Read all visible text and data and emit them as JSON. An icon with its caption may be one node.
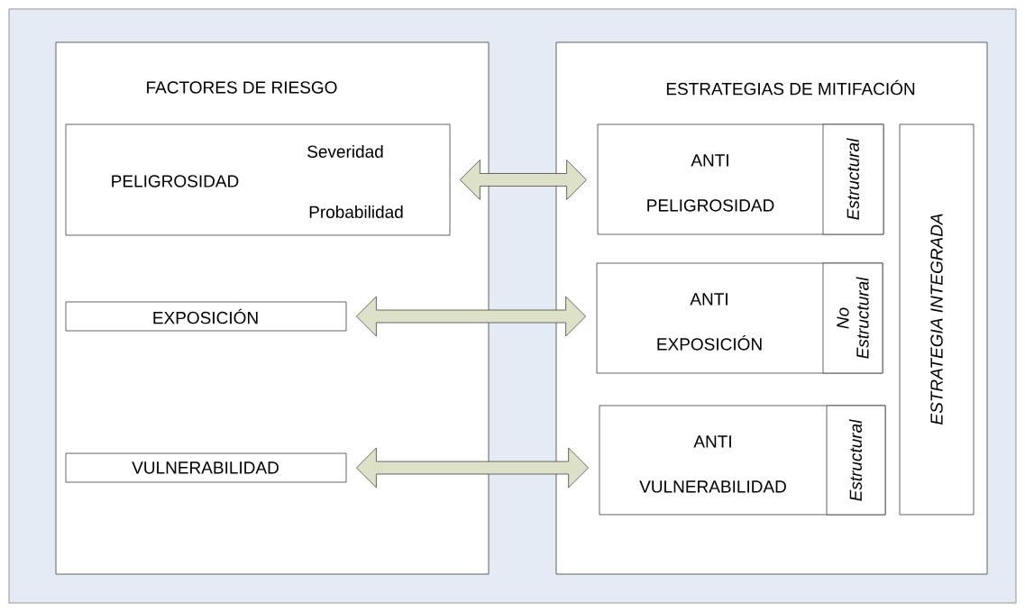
{
  "diagram": {
    "nodes": [
      {
        "text": [
          "FACTORES DE RIESGO"
        ]
      },
      {
        "text": [
          "PELIGROSIDAD",
          "Severidad",
          "Probabilidad"
        ],
        "in": 0
      },
      {
        "text": [
          "EXPOSICIÓN"
        ],
        "in": 0
      },
      {
        "text": [
          "VULNERABILIDAD"
        ],
        "in": 0
      },
      {
        "text": [
          "ESTRATEGIAS DE MITIFACIÓN"
        ]
      },
      {
        "text": [
          "ANTI PELIGROSIDAD"
        ],
        "in": 4
      },
      {
        "text": [
          "Estructural"
        ],
        "in": 5
      },
      {
        "text": [
          "ANTI EXPOSICIÓN"
        ],
        "in": 4
      },
      {
        "text": [
          "No Estructural"
        ],
        "in": 7
      },
      {
        "text": [
          "ANTI VULNERABILIDAD"
        ],
        "in": 4
      },
      {
        "text": [
          "Estructural"
        ],
        "in": 9
      },
      {
        "text": [
          "ESTRATEGIA INTEGRADA"
        ],
        "in": 4
      }
    ],
    "edges": [
      {
        "from": 1,
        "to": 5,
        "arrow": "both"
      },
      {
        "from": 2,
        "to": 7,
        "arrow": "both"
      },
      {
        "from": 3,
        "to": 9,
        "arrow": "both"
      }
    ]
  }
}
